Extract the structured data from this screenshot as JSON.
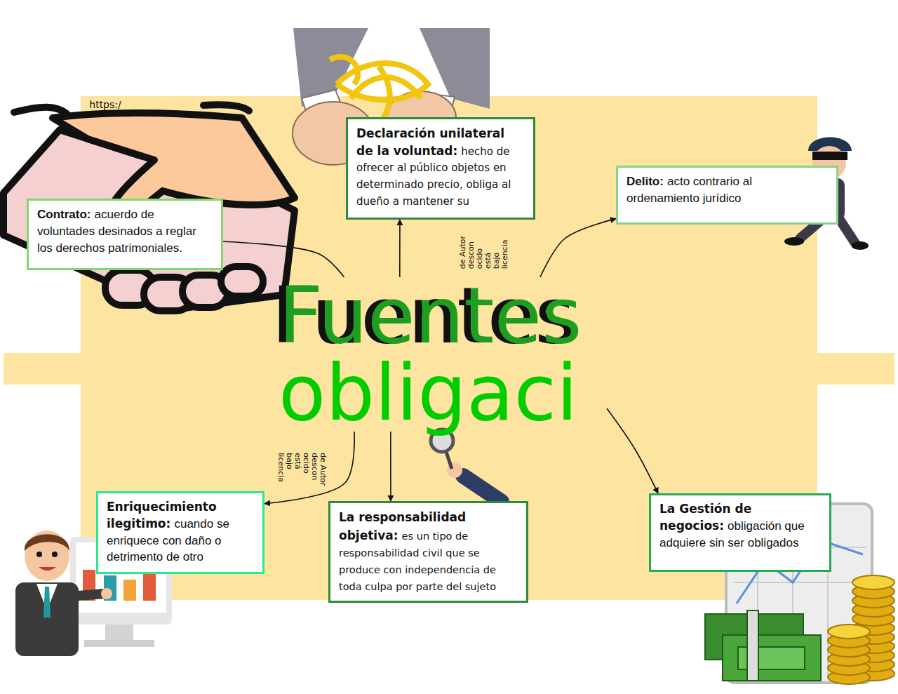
{
  "diagram": {
    "nodes": [
      {
        "text": [
          "Fuentes",
          "obligaci"
        ]
      },
      {
        "text": [
          "Declaración unilateral de la voluntad:",
          "hecho de ofrecer al público objetos en determinado precio, obliga al dueño a mantener su"
        ]
      },
      {
        "text": [
          "Delito:",
          "acto contrario al ordenamiento jurídico"
        ]
      },
      {
        "text": [
          "Contrato:",
          "acuerdo de voluntades desinados a reglar los derechos patrimoniales."
        ]
      },
      {
        "text": [
          "Enriquecimiento ilegitimo:",
          "cuando se enriquece con daño o detrimento de otro"
        ]
      },
      {
        "text": [
          "La responsabilidad objetiva:",
          "es un tipo de responsabilidad civil que se produce con independencia de toda culpa por parte del sujeto"
        ]
      },
      {
        "text": [
          "La Gestión de negocios:",
          "obligación que adquiere sin ser obligados"
        ]
      }
    ],
    "edges": [
      {
        "from": 0,
        "to": 1,
        "arrow": "to"
      },
      {
        "from": 0,
        "to": 2,
        "arrow": "to"
      },
      {
        "from": 0,
        "to": 3,
        "arrow": "none"
      },
      {
        "from": 0,
        "to": 4,
        "arrow": "to"
      },
      {
        "from": 0,
        "to": 5,
        "arrow": "to"
      },
      {
        "from": 0,
        "to": 6,
        "arrow": "to"
      }
    ],
    "labels": [
      "https:/",
      "de Autor descon ocido está bajo licencia",
      "de Autor descon ocido está bajo licencia"
    ]
  }
}
